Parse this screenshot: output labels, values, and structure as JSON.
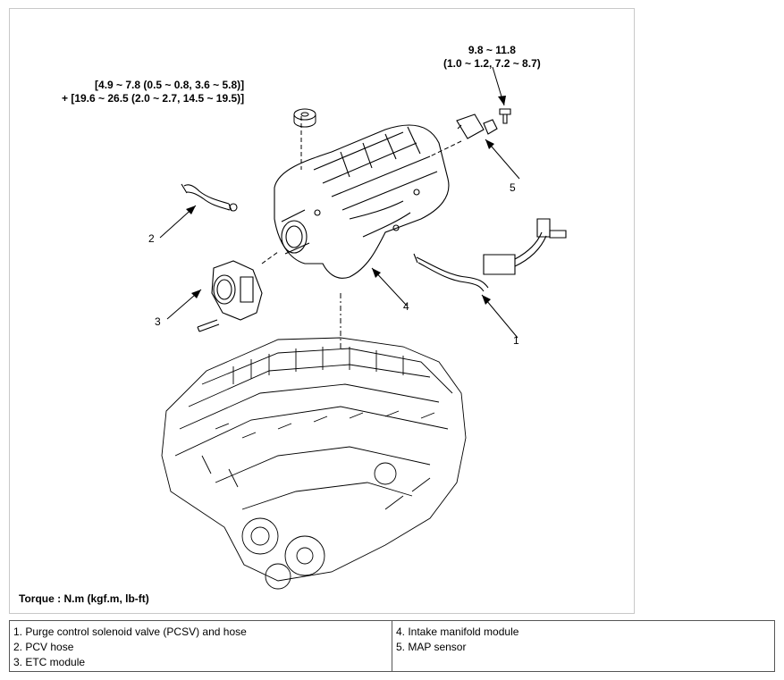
{
  "specs": {
    "intake_bolts_line1": "[4.9 ~ 7.8 (0.5 ~ 0.8, 3.6 ~ 5.8)]",
    "intake_bolts_line2": "+ [19.6 ~ 26.5 (2.0 ~ 2.7, 14.5 ~ 19.5)]",
    "map_sensor_line1": "9.8 ~ 11.8",
    "map_sensor_line2": "(1.0 ~ 1.2, 7.2 ~ 8.7)"
  },
  "callouts": {
    "c1": "1",
    "c2": "2",
    "c3": "3",
    "c4": "4",
    "c5": "5"
  },
  "torque_note": "Torque : N.m (kgf.m, lb-ft)",
  "legend": {
    "left": [
      "1. Purge control solenoid valve (PCSV) and hose",
      "2. PCV hose",
      "3. ETC module"
    ],
    "right": [
      "4. Intake manifold module",
      "5. MAP sensor"
    ]
  }
}
